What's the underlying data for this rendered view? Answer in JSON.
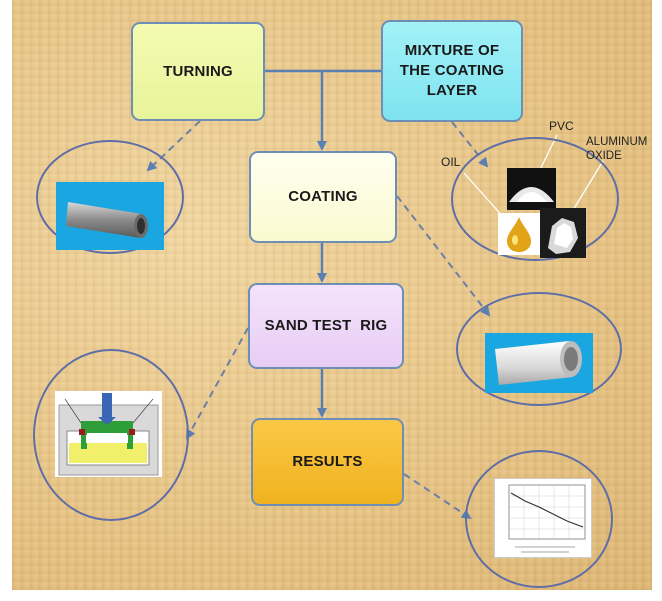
{
  "boxes": {
    "turning": "TURNING",
    "mixture": "MIXTURE OF THE COATING LAYER",
    "coating": "COATING",
    "sand": "SAND TEST  RIG",
    "results": "RESULTS"
  },
  "labels": {
    "pvc": "PVC",
    "oil": "OIL",
    "aluminum_oxide": "ALUMINUM OXIDE"
  },
  "colors": {
    "turning_box": "#e8f49a",
    "mixture_box": "#7ee3ef",
    "coating_box": "#fafad0",
    "sand_box": "#e7cdf4",
    "results_box": "#f0b21f",
    "arrow": "#5a7fb3",
    "tube_background": "#1aa6e0"
  },
  "icons": [
    "pipe-icon",
    "pvc-powder-icon",
    "oil-drop-icon",
    "aluminum-oxide-icon",
    "test-rig-icon",
    "graph-icon"
  ]
}
